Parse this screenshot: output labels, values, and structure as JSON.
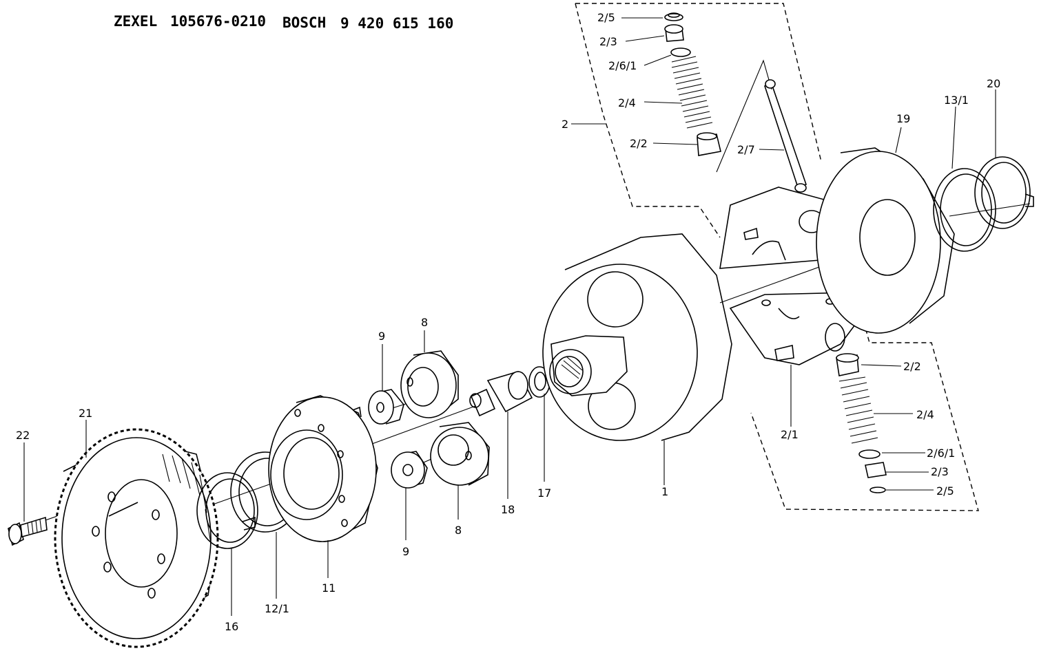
{
  "header": {
    "brand1": "ZEXEL",
    "code1": "105676-0210",
    "brand2": "BOSCH",
    "code2": "9 420 615 160"
  },
  "labels": {
    "l_2_5_top": "2/5",
    "l_2_3_top": "2/3",
    "l_2_6_1_top": "2/6/1",
    "l_2_4_top": "2/4",
    "l_2": "2",
    "l_2_2_top": "2/2",
    "l_2_7": "2/7",
    "l_19": "19",
    "l_13_1": "13/1",
    "l_20": "20",
    "l_8_top": "8",
    "l_9_top": "9",
    "l_21": "21",
    "l_22": "22",
    "l_2_2_bot": "2/2",
    "l_2_4_bot": "2/4",
    "l_2_1": "2/1",
    "l_2_6_1_bot": "2/6/1",
    "l_2_3_bot": "2/3",
    "l_2_5_bot": "2/5",
    "l_1": "1",
    "l_17": "17",
    "l_18": "18",
    "l_8_bot": "8",
    "l_9_bot": "9",
    "l_11": "11",
    "l_12_1": "12/1",
    "l_16": "16"
  }
}
